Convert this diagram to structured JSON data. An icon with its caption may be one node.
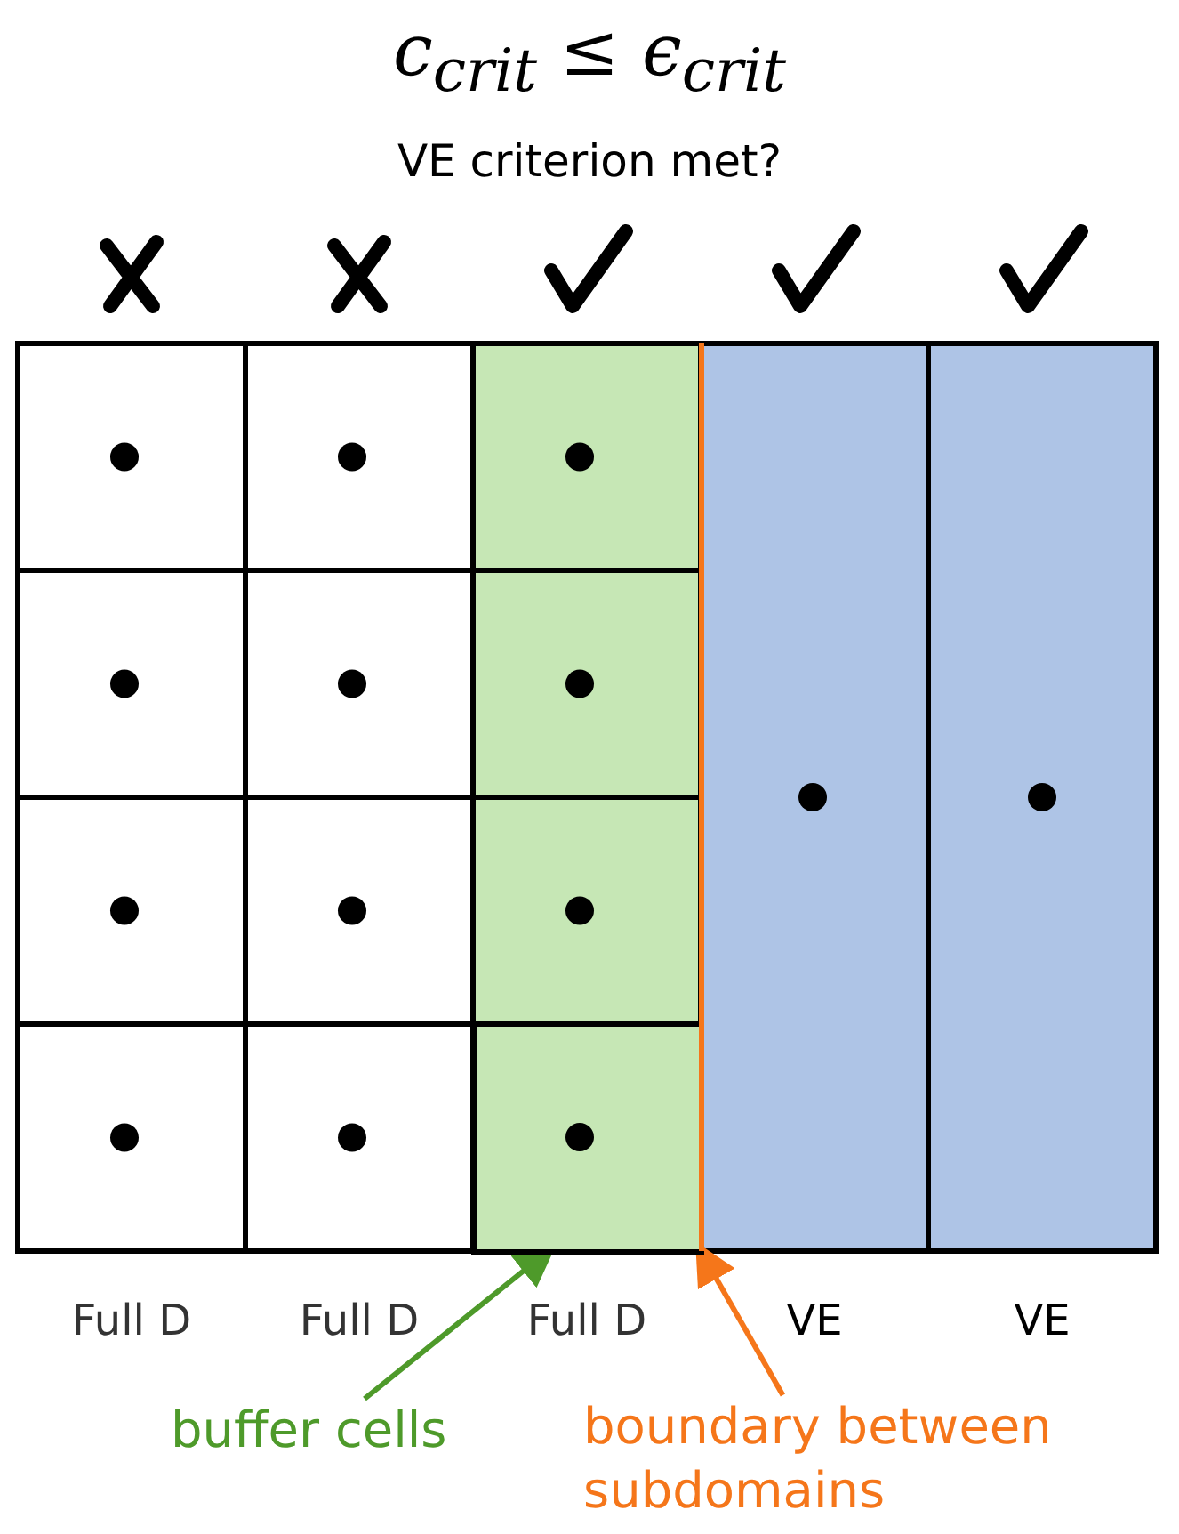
{
  "diagram": {
    "title": "c$_{crit}$ ≤ ϵ$_{crit}$",
    "nodes": [
      {
        "text": [
          "buffer cells"
        ]
      },
      {
        "text": [
          "boundary between subdomains"
        ]
      },
      {
        "text": [],
        "shape": "box"
      },
      {
        "text": [],
        "shape": "bar"
      }
    ],
    "edges": [
      {
        "from": 0,
        "to": 2,
        "arrow": "to",
        "color": "#4e9a2a"
      },
      {
        "from": 1,
        "to": 3,
        "arrow": "to",
        "color": "#f5761a"
      }
    ],
    "labels": [
      "VE criterion met?",
      "Full D",
      "Full D",
      "Full D",
      "VE",
      "VE"
    ]
  }
}
